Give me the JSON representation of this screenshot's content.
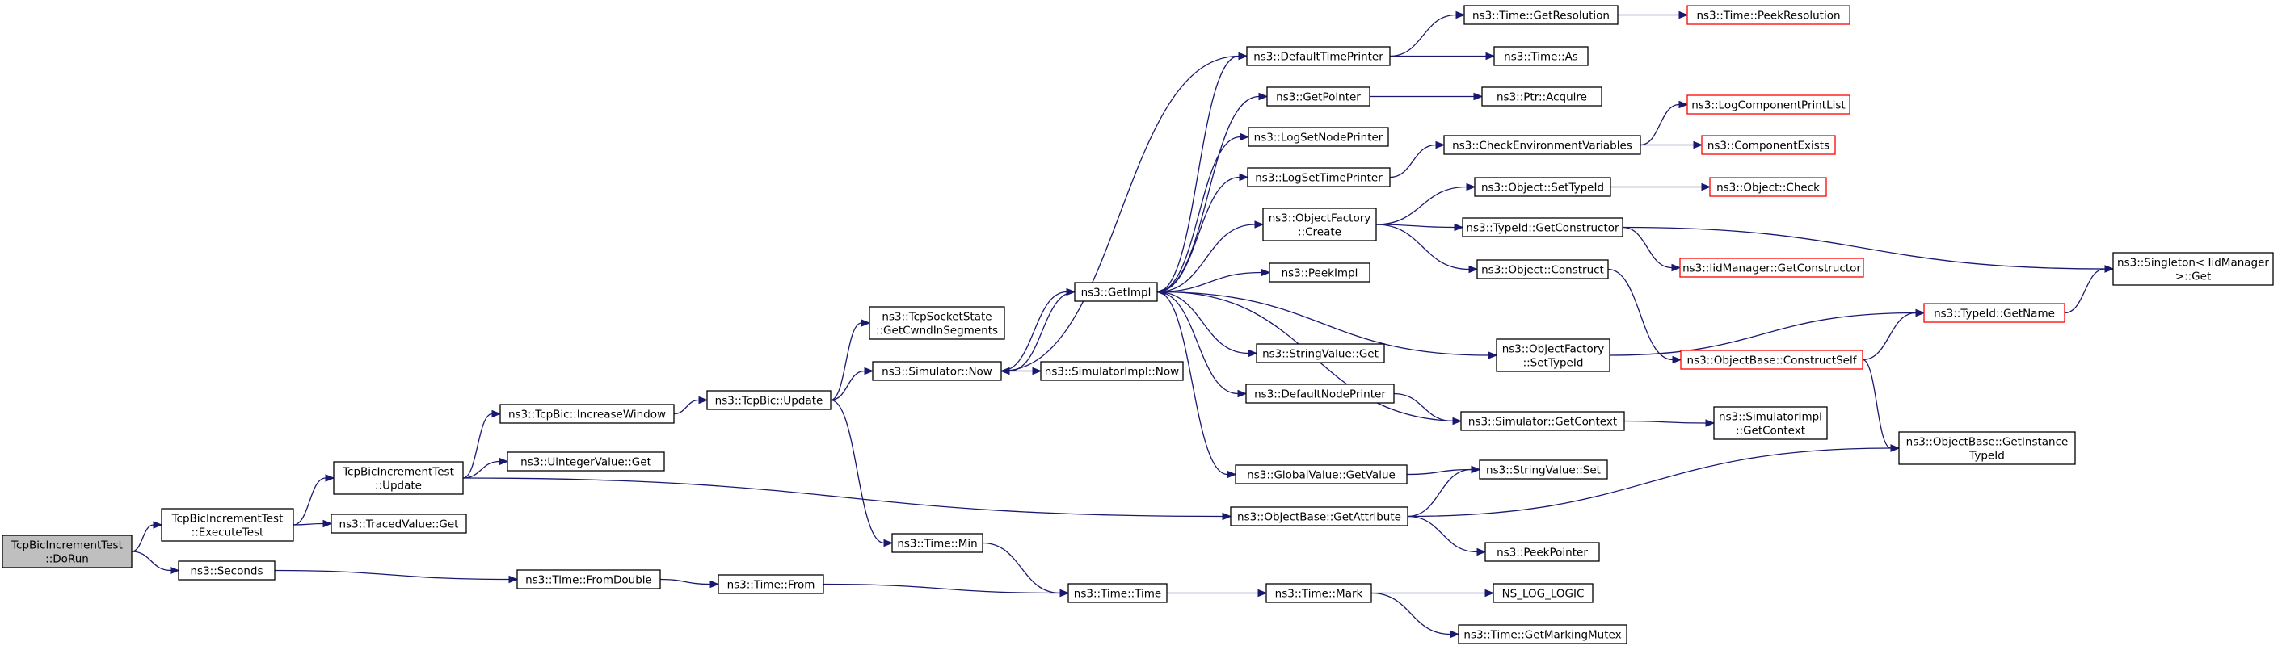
{
  "graph": {
    "title": "",
    "nodes": [
      {
        "id": "dorun",
        "lines": [
          "TcpBicIncrementTest",
          "::DoRun"
        ],
        "style": "root"
      },
      {
        "id": "exectest",
        "lines": [
          "TcpBicIncrementTest",
          "::ExecuteTest"
        ],
        "style": "normal"
      },
      {
        "id": "seconds",
        "lines": [
          "ns3::Seconds"
        ],
        "style": "normal"
      },
      {
        "id": "updatetest",
        "lines": [
          "TcpBicIncrementTest",
          "::Update"
        ],
        "style": "normal"
      },
      {
        "id": "tracedget",
        "lines": [
          "ns3::TracedValue::Get"
        ],
        "style": "normal"
      },
      {
        "id": "incwin",
        "lines": [
          "ns3::TcpBic::IncreaseWindow"
        ],
        "style": "normal"
      },
      {
        "id": "uintget",
        "lines": [
          "ns3::UintegerValue::Get"
        ],
        "style": "normal"
      },
      {
        "id": "fromdouble",
        "lines": [
          "ns3::Time::FromDouble"
        ],
        "style": "normal"
      },
      {
        "id": "bicupdate",
        "lines": [
          "ns3::TcpBic::Update"
        ],
        "style": "normal"
      },
      {
        "id": "timefrom",
        "lines": [
          "ns3::Time::From"
        ],
        "style": "normal"
      },
      {
        "id": "getcwnd",
        "lines": [
          "ns3::TcpSocketState",
          "::GetCwndInSegments"
        ],
        "style": "normal"
      },
      {
        "id": "simnow",
        "lines": [
          "ns3::Simulator::Now"
        ],
        "style": "normal"
      },
      {
        "id": "timemin",
        "lines": [
          "ns3::Time::Min"
        ],
        "style": "normal"
      },
      {
        "id": "simimplnow",
        "lines": [
          "ns3::SimulatorImpl::Now"
        ],
        "style": "normal"
      },
      {
        "id": "getimpl",
        "lines": [
          "ns3::GetImpl"
        ],
        "style": "normal"
      },
      {
        "id": "timetime",
        "lines": [
          "ns3::Time::Time"
        ],
        "style": "normal"
      },
      {
        "id": "deftimeprinter",
        "lines": [
          "ns3::DefaultTimePrinter"
        ],
        "style": "normal"
      },
      {
        "id": "getpointer",
        "lines": [
          "ns3::GetPointer"
        ],
        "style": "normal"
      },
      {
        "id": "logsetnode",
        "lines": [
          "ns3::LogSetNodePrinter"
        ],
        "style": "normal"
      },
      {
        "id": "logsettime",
        "lines": [
          "ns3::LogSetTimePrinter"
        ],
        "style": "normal"
      },
      {
        "id": "objfactcreate",
        "lines": [
          "ns3::ObjectFactory",
          "::Create"
        ],
        "style": "normal"
      },
      {
        "id": "peekimpl",
        "lines": [
          "ns3::PeekImpl"
        ],
        "style": "normal"
      },
      {
        "id": "stringget",
        "lines": [
          "ns3::StringValue::Get"
        ],
        "style": "normal"
      },
      {
        "id": "defnodeprinter",
        "lines": [
          "ns3::DefaultNodePrinter"
        ],
        "style": "normal"
      },
      {
        "id": "globalget",
        "lines": [
          "ns3::GlobalValue::GetValue"
        ],
        "style": "normal"
      },
      {
        "id": "objbasegetattr",
        "lines": [
          "ns3::ObjectBase::GetAttribute"
        ],
        "style": "normal"
      },
      {
        "id": "timemark",
        "lines": [
          "ns3::Time::Mark"
        ],
        "style": "normal"
      },
      {
        "id": "getres",
        "lines": [
          "ns3::Time::GetResolution"
        ],
        "style": "normal"
      },
      {
        "id": "timeas",
        "lines": [
          "ns3::Time::As"
        ],
        "style": "normal"
      },
      {
        "id": "ptracquire",
        "lines": [
          "ns3::Ptr::Acquire"
        ],
        "style": "normal"
      },
      {
        "id": "checkenv",
        "lines": [
          "ns3::CheckEnvironmentVariables"
        ],
        "style": "normal"
      },
      {
        "id": "objsettypeid",
        "lines": [
          "ns3::Object::SetTypeId"
        ],
        "style": "normal"
      },
      {
        "id": "typeidgetctor",
        "lines": [
          "ns3::TypeId::GetConstructor"
        ],
        "style": "normal"
      },
      {
        "id": "objconstruct",
        "lines": [
          "ns3::Object::Construct"
        ],
        "style": "normal"
      },
      {
        "id": "objfactsettypeid",
        "lines": [
          "ns3::ObjectFactory",
          "::SetTypeId"
        ],
        "style": "normal"
      },
      {
        "id": "simgetctx",
        "lines": [
          "ns3::Simulator::GetContext"
        ],
        "style": "normal"
      },
      {
        "id": "stringset",
        "lines": [
          "ns3::StringValue::Set"
        ],
        "style": "normal"
      },
      {
        "id": "peekpointer",
        "lines": [
          "ns3::PeekPointer"
        ],
        "style": "normal"
      },
      {
        "id": "nslog",
        "lines": [
          "NS_LOG_LOGIC"
        ],
        "style": "normal"
      },
      {
        "id": "getmarkmutex",
        "lines": [
          "ns3::Time::GetMarkingMutex"
        ],
        "style": "normal"
      },
      {
        "id": "peekres",
        "lines": [
          "ns3::Time::PeekResolution"
        ],
        "style": "red"
      },
      {
        "id": "logcompprint",
        "lines": [
          "ns3::LogComponentPrintList"
        ],
        "style": "red"
      },
      {
        "id": "compexists",
        "lines": [
          "ns3::ComponentExists"
        ],
        "style": "red"
      },
      {
        "id": "objcheck",
        "lines": [
          "ns3::Object::Check"
        ],
        "style": "red"
      },
      {
        "id": "iidmgr",
        "lines": [
          "ns3::IidManager::GetConstructor"
        ],
        "style": "red"
      },
      {
        "id": "typeidgetname",
        "lines": [
          "ns3::TypeId::GetName"
        ],
        "style": "red"
      },
      {
        "id": "objbaseconstructself",
        "lines": [
          "ns3::ObjectBase::ConstructSelf"
        ],
        "style": "red"
      },
      {
        "id": "simimplgetctx",
        "lines": [
          "ns3::SimulatorImpl",
          "::GetContext"
        ],
        "style": "normal"
      },
      {
        "id": "singletonget",
        "lines": [
          "ns3::Singleton< IidManager",
          " >::Get"
        ],
        "style": "normal"
      },
      {
        "id": "objbasegetinst",
        "lines": [
          "ns3::ObjectBase::GetInstance",
          "TypeId"
        ],
        "style": "normal"
      }
    ],
    "edges": [
      {
        "from": "dorun",
        "to": "exectest"
      },
      {
        "from": "dorun",
        "to": "seconds"
      },
      {
        "from": "exectest",
        "to": "updatetest"
      },
      {
        "from": "exectest",
        "to": "tracedget"
      },
      {
        "from": "updatetest",
        "to": "incwin"
      },
      {
        "from": "updatetest",
        "to": "uintget"
      },
      {
        "from": "updatetest",
        "to": "objbasegetattr"
      },
      {
        "from": "incwin",
        "to": "bicupdate"
      },
      {
        "from": "seconds",
        "to": "fromdouble"
      },
      {
        "from": "fromdouble",
        "to": "timefrom"
      },
      {
        "from": "timefrom",
        "to": "timetime"
      },
      {
        "from": "bicupdate",
        "to": "getcwnd"
      },
      {
        "from": "bicupdate",
        "to": "simnow"
      },
      {
        "from": "bicupdate",
        "to": "timemin"
      },
      {
        "from": "timemin",
        "to": "timetime"
      },
      {
        "from": "simnow",
        "to": "simimplnow"
      },
      {
        "from": "simnow",
        "to": "getimpl"
      },
      {
        "from": "simnow",
        "to": "deftimeprinter"
      },
      {
        "from": "getimpl",
        "to": "deftimeprinter"
      },
      {
        "from": "getimpl",
        "to": "getpointer"
      },
      {
        "from": "getimpl",
        "to": "logsetnode"
      },
      {
        "from": "getimpl",
        "to": "logsettime"
      },
      {
        "from": "getimpl",
        "to": "objfactcreate"
      },
      {
        "from": "getimpl",
        "to": "peekimpl"
      },
      {
        "from": "getimpl",
        "to": "stringget"
      },
      {
        "from": "getimpl",
        "to": "defnodeprinter"
      },
      {
        "from": "getimpl",
        "to": "globalget"
      },
      {
        "from": "getimpl",
        "to": "objfactsettypeid"
      },
      {
        "from": "getimpl",
        "to": "simnow"
      },
      {
        "from": "simgetctx",
        "to": "getimpl"
      },
      {
        "from": "timetime",
        "to": "timemark"
      },
      {
        "from": "deftimeprinter",
        "to": "getres"
      },
      {
        "from": "deftimeprinter",
        "to": "timeas"
      },
      {
        "from": "getres",
        "to": "peekres"
      },
      {
        "from": "getpointer",
        "to": "ptracquire"
      },
      {
        "from": "logsettime",
        "to": "checkenv"
      },
      {
        "from": "checkenv",
        "to": "logcompprint"
      },
      {
        "from": "checkenv",
        "to": "compexists"
      },
      {
        "from": "objfactcreate",
        "to": "objsettypeid"
      },
      {
        "from": "objfactcreate",
        "to": "typeidgetctor"
      },
      {
        "from": "objfactcreate",
        "to": "objconstruct"
      },
      {
        "from": "objsettypeid",
        "to": "objcheck"
      },
      {
        "from": "typeidgetctor",
        "to": "iidmgr"
      },
      {
        "from": "typeidgetctor",
        "to": "singletonget"
      },
      {
        "from": "objconstruct",
        "to": "objbaseconstructself"
      },
      {
        "from": "objfactsettypeid",
        "to": "typeidgetname"
      },
      {
        "from": "objbaseconstructself",
        "to": "typeidgetname"
      },
      {
        "from": "objbaseconstructself",
        "to": "objbasegetinst"
      },
      {
        "from": "typeidgetname",
        "to": "singletonget"
      },
      {
        "from": "defnodeprinter",
        "to": "simgetctx"
      },
      {
        "from": "simgetctx",
        "to": "simimplgetctx"
      },
      {
        "from": "globalget",
        "to": "stringset"
      },
      {
        "from": "objbasegetattr",
        "to": "stringset"
      },
      {
        "from": "objbasegetattr",
        "to": "peekpointer"
      },
      {
        "from": "objbasegetattr",
        "to": "objbasegetinst"
      },
      {
        "from": "timemark",
        "to": "nslog"
      },
      {
        "from": "timemark",
        "to": "getmarkmutex"
      }
    ]
  }
}
